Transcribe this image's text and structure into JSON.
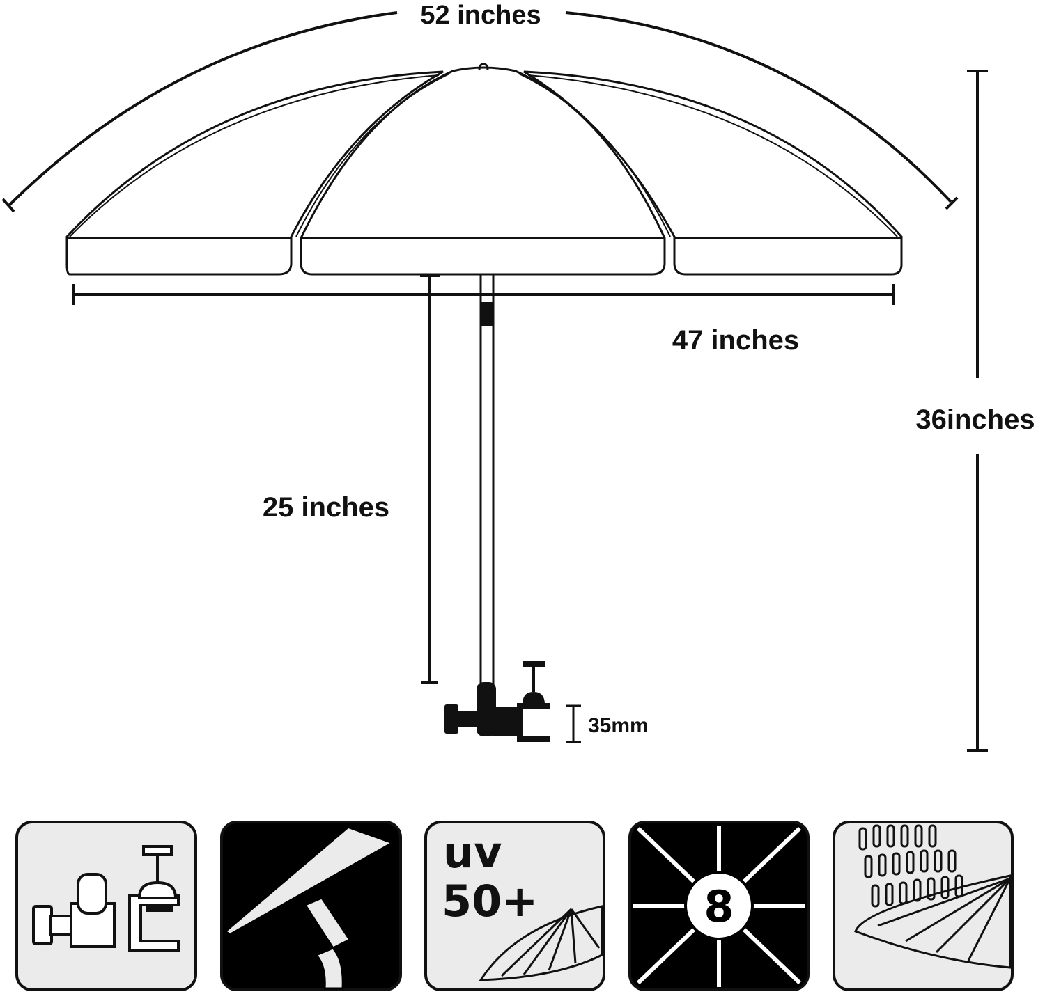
{
  "dimensions": {
    "canopy_arc": "52 inches",
    "canopy_width": "47 inches",
    "total_height": "36inches",
    "pole_length": "25 inches",
    "clamp_opening": "35mm"
  },
  "features": [
    {
      "id": "clamp",
      "icon": "clamp-mount-icon"
    },
    {
      "id": "tilt",
      "icon": "tilt-joint-icon"
    },
    {
      "id": "uv",
      "icon": "uv-protection-icon",
      "text_line1": "uv",
      "text_line2": "50+"
    },
    {
      "id": "ribs",
      "icon": "eight-ribs-icon",
      "text": "8"
    },
    {
      "id": "rain",
      "icon": "waterproof-icon"
    }
  ],
  "colors": {
    "line": "#111111",
    "icon_background": "#ebebeb",
    "ribs_background": "#000000"
  }
}
